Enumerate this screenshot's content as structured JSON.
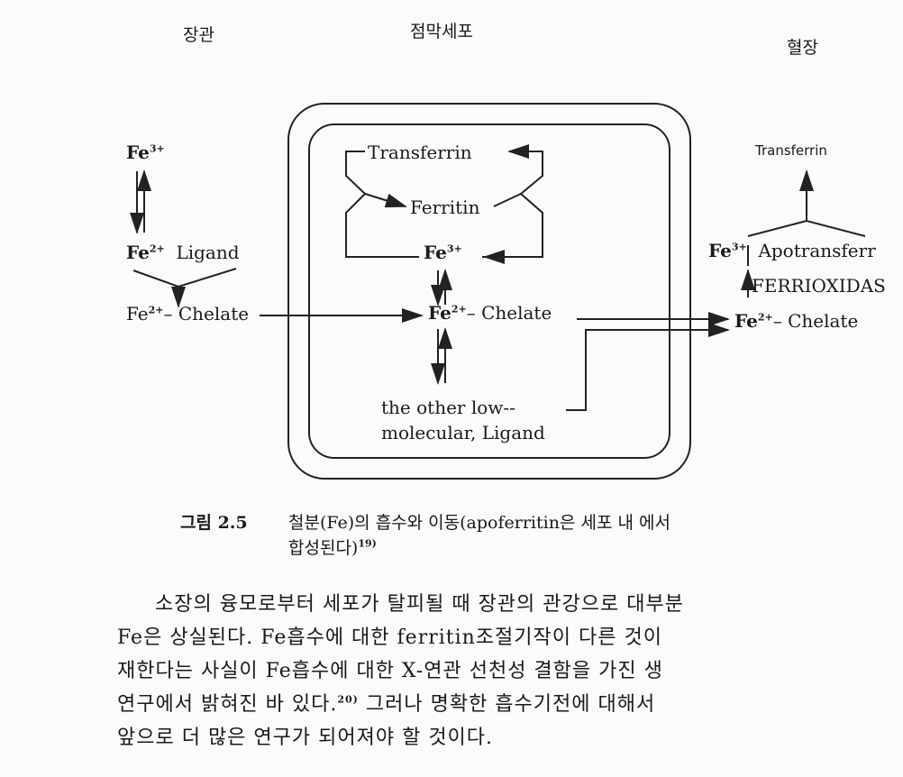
{
  "headers": {
    "intestine": "장관",
    "mucosa_cell": "점막세포",
    "plasma": "혈장"
  },
  "left": {
    "fe3": "Fe",
    "fe3_charge": "3+",
    "fe2": "Fe",
    "fe2_charge": "2+",
    "ligand": "Ligand",
    "chelate_fe": "Fe",
    "chelate_charge": "2+",
    "chelate": "– Chelate"
  },
  "cell": {
    "transferrin": "Transferrin",
    "ferritin": "Ferritin",
    "fe3": "Fe",
    "fe3_charge": "3+",
    "chelate_fe": "Fe",
    "chelate_charge": "2+",
    "chelate": "– Chelate",
    "other_line1": "the other low--",
    "other_line2": "molecular, Ligand"
  },
  "right": {
    "transferrin": "Transferrin",
    "fe3": "Fe",
    "fe3_charge": "3+",
    "apotransferrin": "Apotransferr",
    "ferrioxidase": "FERRIOXIDAS",
    "chelate_fe": "Fe",
    "chelate_charge": "2+",
    "chelate": "– Chelate"
  },
  "caption": {
    "label": "그림 2.5",
    "line1": "철분(Fe)의  흡수와  이동(apoferritin은 세포 내 에서",
    "line2": "합성된다)",
    "ref": "19)"
  },
  "paragraph": [
    "소장의 융모로부터 세포가 탈피될 때 장관의 관강으로 대부분",
    "Fe은 상실된다. Fe흡수에 대한 ferritin조절기작이 다른 것이",
    "재한다는 사실이 Fe흡수에 대한 X-연관 선천성 결함을 가진 생",
    "연구에서 밝혀진 바 있다.",
    "20)",
    " 그러나 명확한 흡수기전에 대해서",
    "앞으로 더 많은 연구가 되어져야 할 것이다."
  ]
}
